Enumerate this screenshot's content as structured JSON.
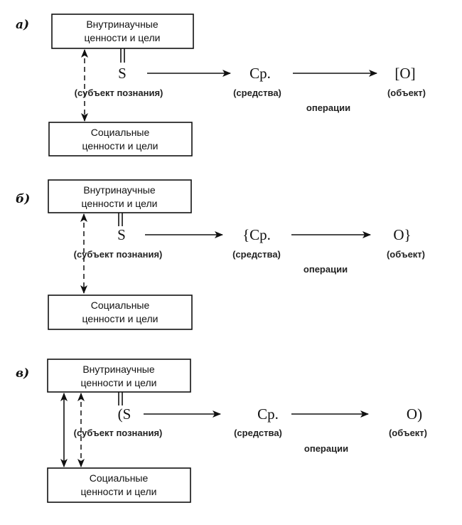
{
  "diagrams": [
    {
      "label": "а)",
      "top_box": [
        "Внутринаучные",
        "ценности и цели"
      ],
      "bottom_box": [
        "Социальные",
        "ценности и цели"
      ],
      "subject": "S",
      "means": "Ср.",
      "object": "[O]",
      "subject_caption": "(субъект познания)",
      "means_caption": "(средства)",
      "object_caption": "(объект)",
      "operations": "операции",
      "link": "dashed-bidirectional"
    },
    {
      "label": "б)",
      "top_box": [
        "Внутринаучные",
        "ценности и цели"
      ],
      "bottom_box": [
        "Социальные",
        "ценности и цели"
      ],
      "subject": "S",
      "means": "{Ср.",
      "object": "O}",
      "subject_caption": "(субъект познания)",
      "means_caption": "(средства)",
      "object_caption": "(объект)",
      "operations": "операции",
      "link": "dashed-bidirectional"
    },
    {
      "label": "в)",
      "top_box": [
        "Внутринаучные",
        "ценности и цели"
      ],
      "bottom_box": [
        "Социальные",
        "ценности и цели"
      ],
      "subject": "(S",
      "means": "Ср.",
      "object": "O)",
      "subject_caption": "(субъект познания)",
      "means_caption": "(средства)",
      "object_caption": "(объект)",
      "operations": "операции",
      "link": "solid-and-dashed-bidirectional"
    }
  ]
}
